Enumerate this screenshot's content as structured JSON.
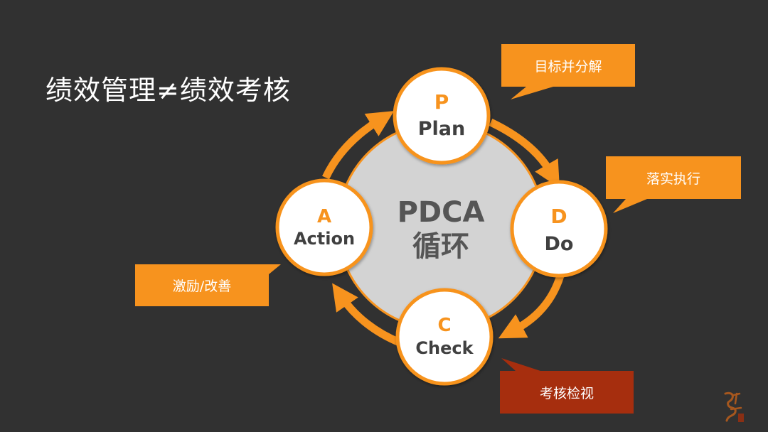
{
  "slide": {
    "title": "绩效管理≠绩效考核"
  },
  "center": {
    "line1": "PDCA",
    "line2": "循环"
  },
  "stages": [
    {
      "letter": "P",
      "name": "Plan"
    },
    {
      "letter": "D",
      "name": "Do"
    },
    {
      "letter": "C",
      "name": "Check"
    },
    {
      "letter": "A",
      "name": "Action"
    }
  ],
  "callouts": [
    {
      "text": "目标并分解",
      "color": "#f7931e"
    },
    {
      "text": "落实执行",
      "color": "#f7931e"
    },
    {
      "text": "考核检视",
      "color": "#a62e0e"
    },
    {
      "text": "激励/改善",
      "color": "#f7931e"
    }
  ],
  "colors": {
    "background": "#313131",
    "accent": "#f7931e",
    "center_fill": "#d3d3d3",
    "center_text": "#555555",
    "node_fill": "#ffffff",
    "node_name_text": "#404040"
  },
  "decoration": {
    "stamp": "seal-calligraphy"
  }
}
